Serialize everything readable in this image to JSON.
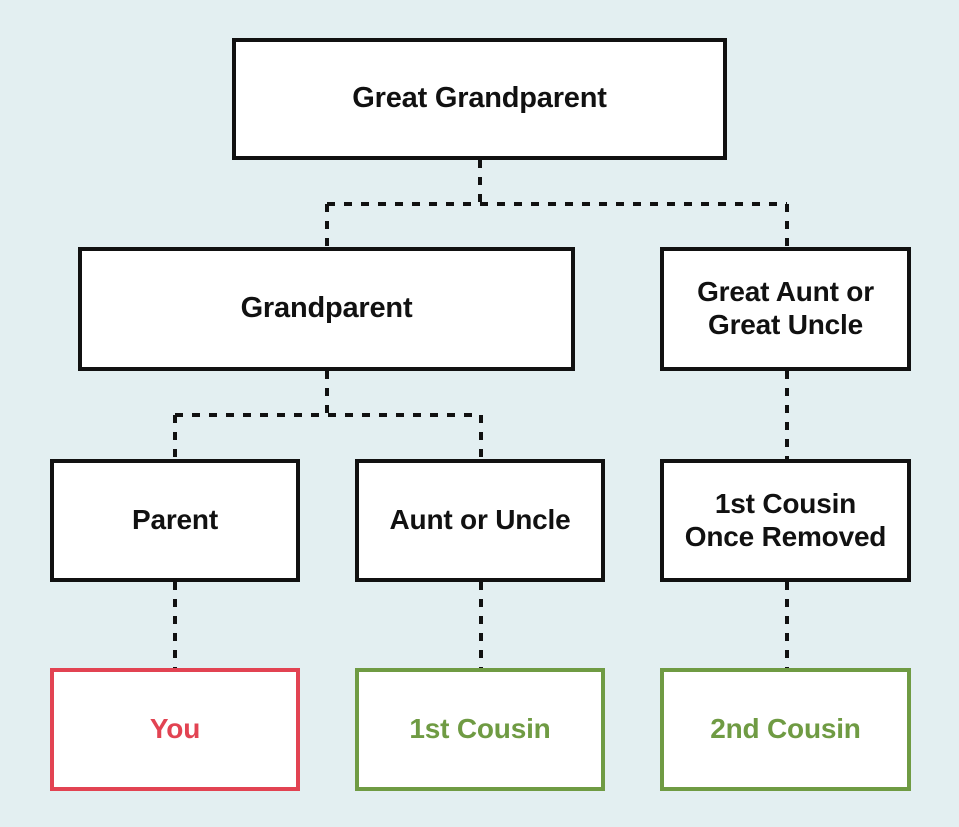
{
  "diagram": {
    "nodes": {
      "great_grandparent": {
        "lines": [
          "Great Grandparent"
        ]
      },
      "grandparent": {
        "lines": [
          "Grandparent"
        ]
      },
      "great_aunt_uncle": {
        "lines": [
          "Great Aunt or",
          "Great Uncle"
        ]
      },
      "parent": {
        "lines": [
          "Parent"
        ]
      },
      "aunt_uncle": {
        "lines": [
          "Aunt or Uncle"
        ]
      },
      "first_cousin_once_removed": {
        "lines": [
          "1st Cousin",
          "Once Removed"
        ]
      },
      "you": {
        "lines": [
          "You"
        ]
      },
      "first_cousin": {
        "lines": [
          "1st Cousin"
        ]
      },
      "second_cousin": {
        "lines": [
          "2nd Cousin"
        ]
      }
    },
    "edges": [
      {
        "from": "great_grandparent",
        "to": "grandparent"
      },
      {
        "from": "great_grandparent",
        "to": "great_aunt_uncle"
      },
      {
        "from": "grandparent",
        "to": "parent"
      },
      {
        "from": "grandparent",
        "to": "aunt_uncle"
      },
      {
        "from": "great_aunt_uncle",
        "to": "first_cousin_once_removed"
      },
      {
        "from": "parent",
        "to": "you"
      },
      {
        "from": "aunt_uncle",
        "to": "first_cousin"
      },
      {
        "from": "first_cousin_once_removed",
        "to": "second_cousin"
      }
    ],
    "colors": {
      "background": "#e3eff1",
      "box_border": "#111111",
      "box_fill": "#ffffff",
      "self_highlight": "#e24352",
      "cousin_highlight": "#6f9b43"
    }
  }
}
